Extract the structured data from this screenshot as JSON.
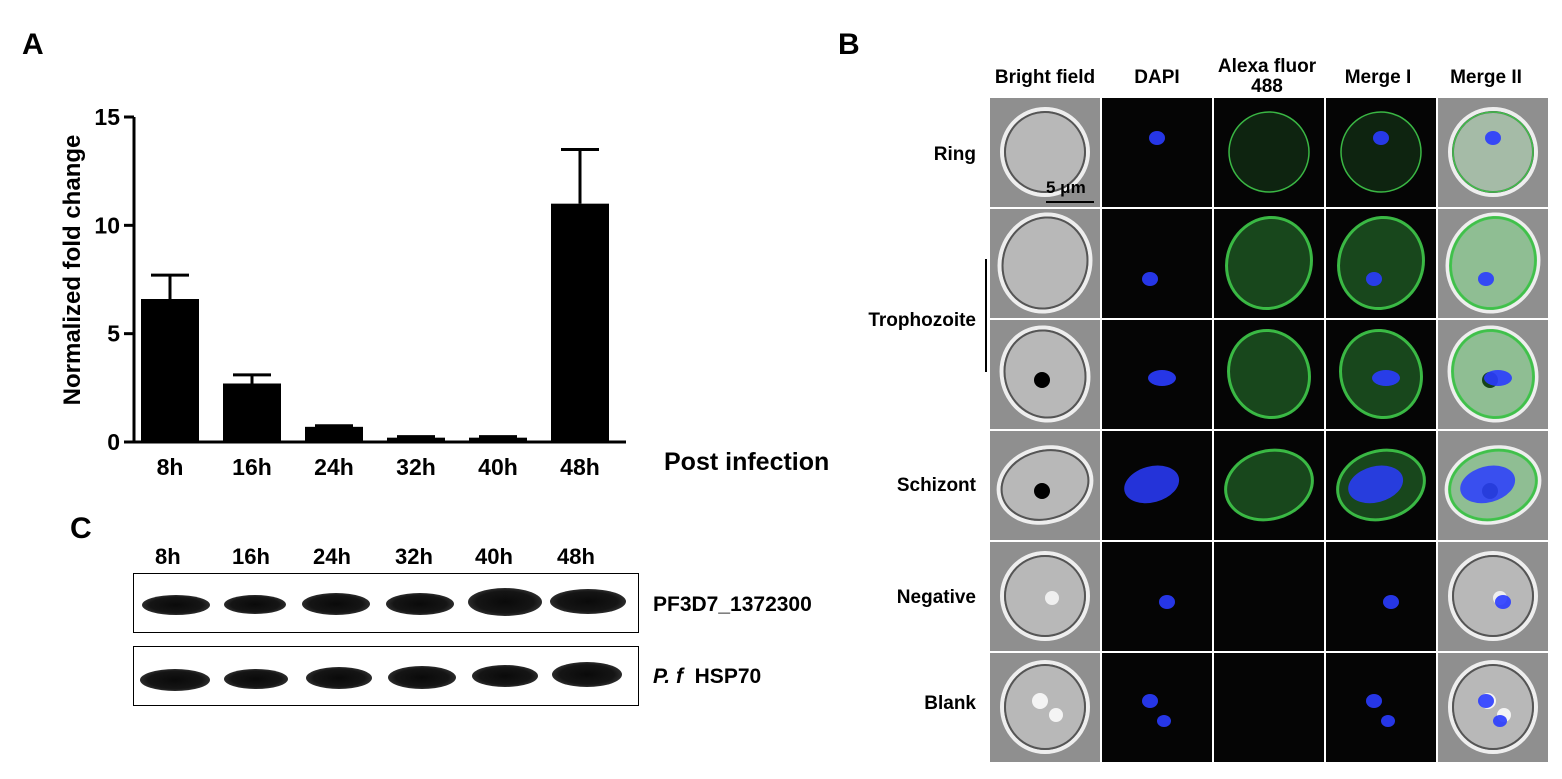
{
  "panel_a": {
    "letter": "A",
    "ylabel": "Normalized fold change",
    "xlabel": "Post infection"
  },
  "chart_data": {
    "type": "bar",
    "categories": [
      "8h",
      "16h",
      "24h",
      "32h",
      "40h",
      "48h"
    ],
    "values": [
      6.6,
      2.7,
      0.7,
      0.2,
      0.2,
      11.0
    ],
    "error": [
      1.1,
      0.4,
      0.05,
      0.05,
      0.05,
      2.5
    ],
    "ylim": [
      0,
      15
    ],
    "yticks": [
      "0",
      "5",
      "10",
      "15"
    ],
    "xlabel": "Post infection",
    "ylabel": "Normalized fold change",
    "colors": {
      "bar": "#000000"
    }
  },
  "panel_b": {
    "letter": "B",
    "columns": [
      "Bright field",
      "DAPI",
      "Alexa fluor\n488",
      "Merge I",
      "Merge II"
    ],
    "rows": [
      "Ring",
      "Trophozoite",
      "Schizont",
      "Negative",
      "Blank"
    ],
    "scale_bar": "5 μm",
    "colors": {
      "dapi": "#2a3cff",
      "alexa": "#3fc94a",
      "brightfield": "#9a9a9a"
    }
  },
  "panel_c": {
    "letter": "C",
    "lanes": [
      "8h",
      "16h",
      "24h",
      "32h",
      "40h",
      "48h"
    ],
    "blot_labels": [
      "PF3D7_1372300",
      "HSP70"
    ],
    "species_prefix": "P. f"
  }
}
